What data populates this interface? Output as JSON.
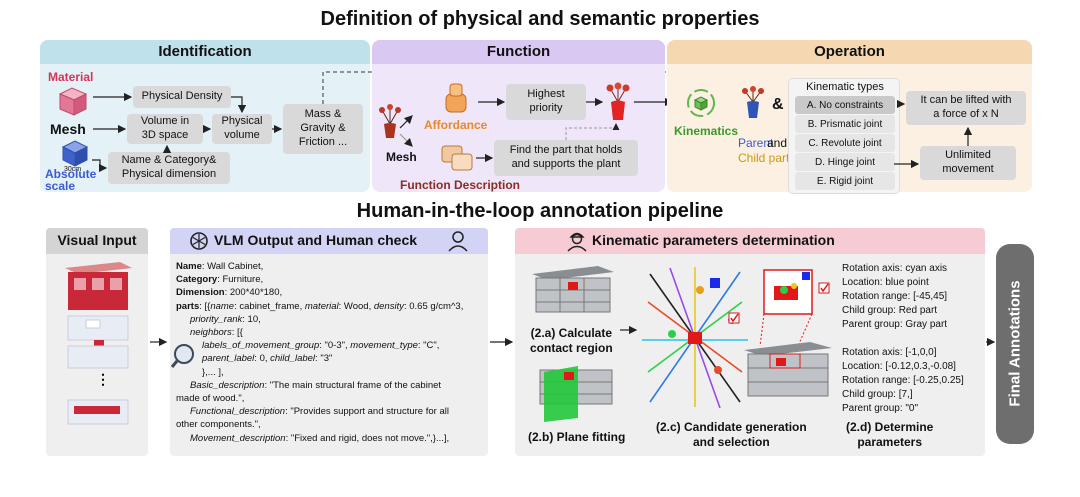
{
  "top": {
    "title": "Definition of physical and semantic properties",
    "identification": {
      "header": "Identification",
      "material": "Material",
      "mesh": "Mesh",
      "absolute_scale": "Absolute\nscale",
      "scale_tick": "30cm",
      "physical_density": "Physical Density",
      "volume_3d": "Volume in\n3D space",
      "physical_volume": "Physical\nvolume",
      "name_category": "Name & Category&\nPhysical dimension",
      "mass": "Mass &\nGravity &\nFriction ..."
    },
    "function": {
      "header": "Function",
      "affordance": "Affordance",
      "mesh": "Mesh",
      "highest_priority": "Highest\npriority",
      "find_part": "Find the part that holds\nand supports the plant",
      "function_description": "Function Description"
    },
    "operation": {
      "header": "Operation",
      "kinematics": "Kinematics",
      "and": "&",
      "parent": "Parent",
      "and_word": "and",
      "child_parts": "Child parts",
      "kinematic_types_title": "Kinematic types",
      "kinematic_types": [
        "A. No constraints",
        "B. Prismatic joint",
        "C. Revolute joint",
        "D. Hinge joint",
        "E. Rigid joint"
      ],
      "lift": "It can be lifted with\na force of x N",
      "unlimited": "Unlimited\nmovement"
    }
  },
  "pipeline": {
    "title": "Human-in-the-loop annotation pipeline",
    "visual_input": "Visual Input",
    "vlm_header": "VLM Output and Human check",
    "vlm_lines": [
      "Name: Wall Cabinet,",
      "Category: Furniture,",
      "Dimension: 200*40*180,",
      "parts: [{name: cabinet_frame, material: Wood, density: 0.65 g/cm^3,",
      "priority_rank: 10,",
      "neighbors: [{",
      "labels_of_movement_group: \"0-3\", movement_type: \"C\",",
      "parent_label: 0, child_label: \"3\"",
      "},...],",
      "Basic_description: \"The main structural frame of the cabinet",
      "made of wood.\",",
      "Functional_description: \"Provides support and structure for all",
      "other components.\",",
      "Movement_description: \"Fixed and rigid, does not move.\",}...],"
    ],
    "kp_header": "Kinematic parameters determination",
    "step_2a": "(2.a) Calculate\ncontact region",
    "step_2b": "(2.b) Plane fitting",
    "step_2c": "(2.c) Candidate generation\nand selection",
    "step_2d": "(2.d) Determine\nparameters",
    "params_1": [
      "Rotation axis: cyan axis",
      "Location: blue point",
      "Rotation range: [-45,45]",
      "Child group: Red part",
      "Parent group: Gray part"
    ],
    "params_2": [
      "Rotation axis: [-1,0,0]",
      "Location: [-0.12,0.3,-0.08]",
      "Rotation range: [-0.25,0.25]",
      "Child group: [7,]",
      "Parent group: \"0\""
    ],
    "final": "Final Annotations"
  },
  "colors": {
    "identification_bg": "#e4f1f7",
    "identification_header": "#bfe1ec",
    "function_bg": "#efe6f9",
    "function_header": "#d9c8f2",
    "operation_bg": "#fcf0e2",
    "operation_header": "#f5d7b2",
    "vlm_header": "#d2d3f5",
    "kp_header": "#f7cbd3",
    "final_bg": "#6e6e6e"
  }
}
